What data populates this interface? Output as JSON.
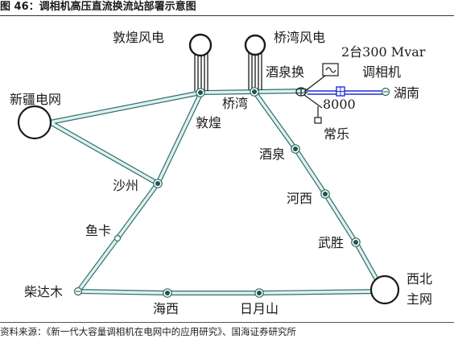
{
  "figure": {
    "title": "图 46：调相机高压直流换流站部署示意图",
    "source": "资料来源：《新一代大容量调相机在电网中的应用研究》、国海证券研究所"
  },
  "nodes": {
    "xinjiang": "新疆电网",
    "dunhuang_wind": "敦煌风电",
    "qiaowan_wind": "桥湾风电",
    "dunhuang": "敦煌",
    "qiaowan": "桥湾",
    "jiuquan_converter": "酒泉换",
    "condenser_note": "2台300 Mvar",
    "condenser": "调相机",
    "capacity": "8000",
    "hunan": "湖南",
    "changle": "常乐",
    "jiuquan": "酒泉",
    "hexi": "河西",
    "wusheng": "武胜",
    "xibei": "西北",
    "zhuwang": "主网",
    "shazhou": "沙州",
    "yuka": "鱼卡",
    "chaidamu": "柴达木",
    "haixi": "海西",
    "riyueshan": "日月山"
  },
  "colors": {
    "line_fill": "#dff0ef",
    "line_stroke": "#2e6f6c",
    "hvdc_line": "#1f2fd8"
  }
}
